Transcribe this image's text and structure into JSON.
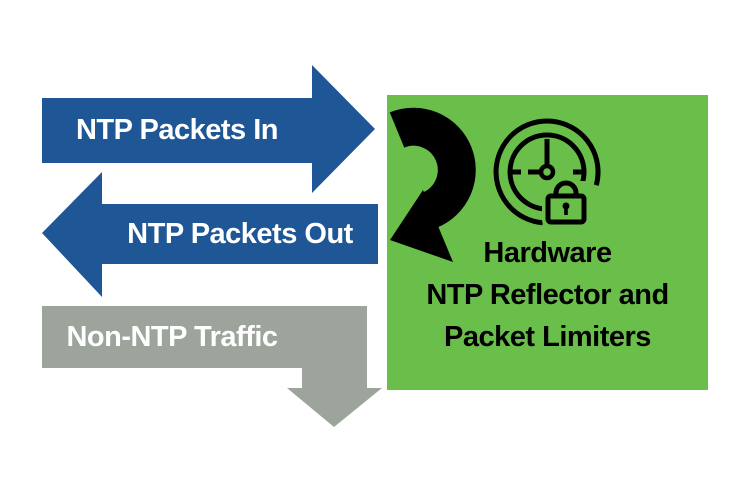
{
  "diagram": {
    "arrows": [
      {
        "label": "NTP Packets In",
        "direction": "right",
        "color_key": "blue"
      },
      {
        "label": "NTP Packets Out",
        "direction": "left",
        "color_key": "blue"
      },
      {
        "label": "Non-NTP Traffic",
        "direction": "right-then-down",
        "color_key": "gray"
      }
    ],
    "box": {
      "lines": [
        "Hardware",
        "NTP Reflector and",
        "Packet Limiters"
      ]
    },
    "icons": [
      "u-turn-reflect-arrow-icon",
      "clock-with-padlock-icon"
    ]
  },
  "colors": {
    "blue": "#1f5796",
    "gray": "#9ca49c",
    "green": "#69bf49",
    "black": "#000000",
    "label-text": "#ffffff",
    "box-text": "#000000"
  }
}
